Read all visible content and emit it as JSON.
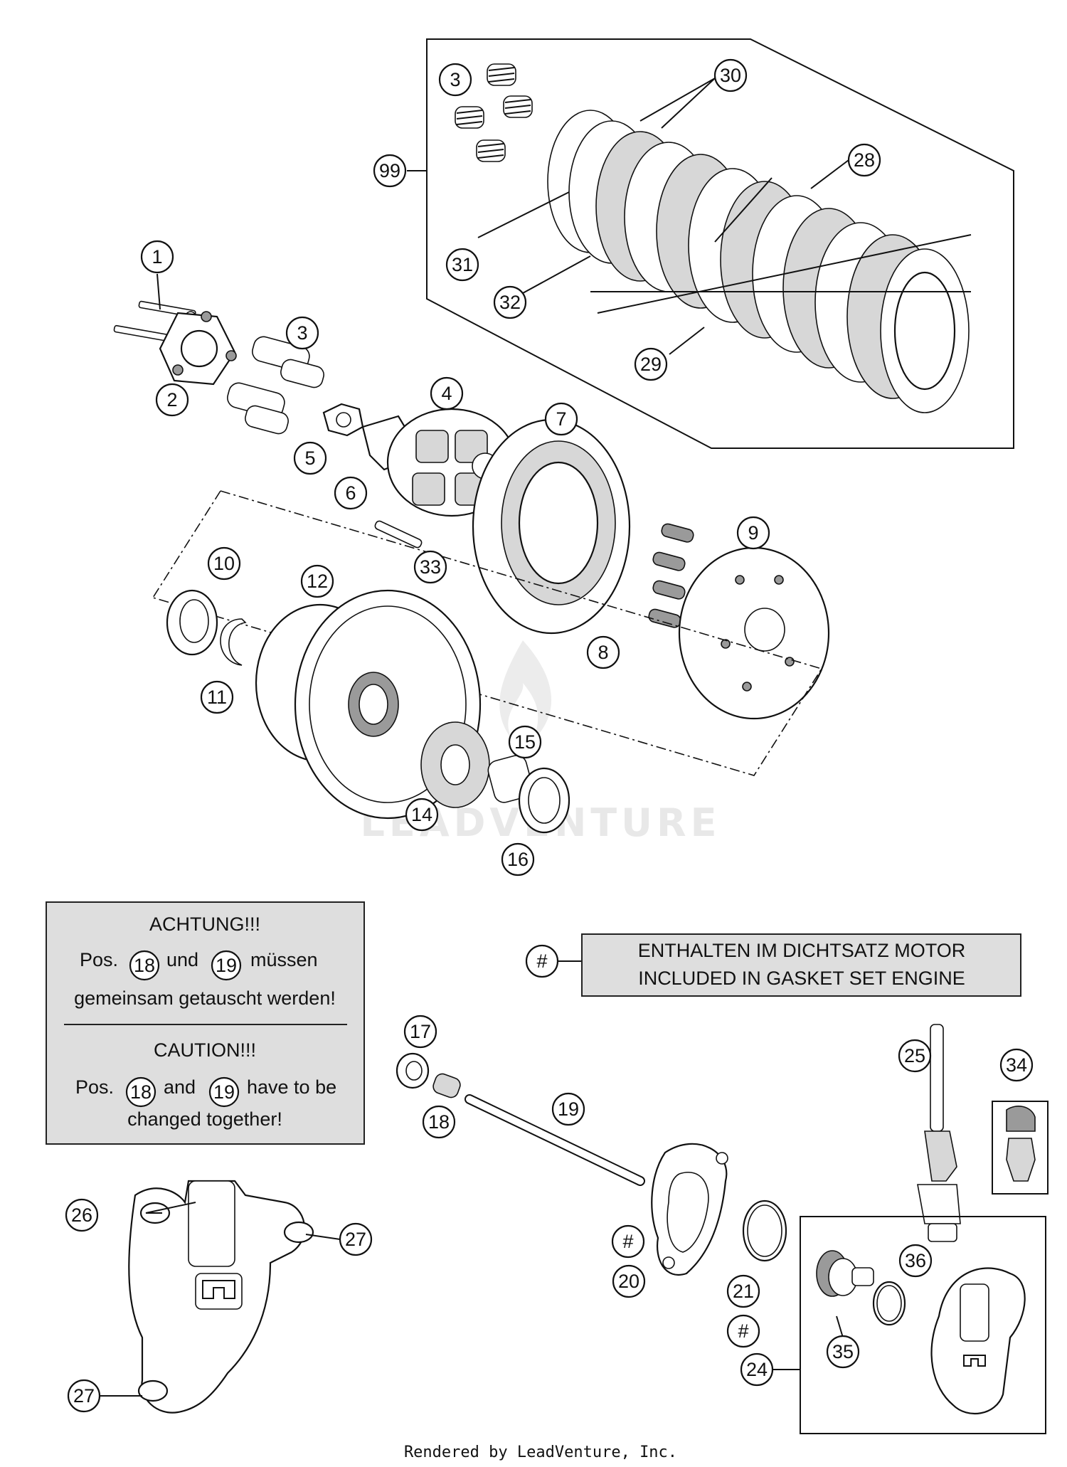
{
  "callouts": {
    "c1": "1",
    "c2": "2",
    "c3a": "3",
    "c3b": "3",
    "c4": "4",
    "c5": "5",
    "c6": "6",
    "c7": "7",
    "c8": "8",
    "c9": "9",
    "c10": "10",
    "c11": "11",
    "c12": "12",
    "c14": "14",
    "c15": "15",
    "c16": "16",
    "c17": "17",
    "c18": "18",
    "c19": "19",
    "c20": "20",
    "c21": "21",
    "c24": "24",
    "c25": "25",
    "c26": "26",
    "c27a": "27",
    "c27b": "27",
    "c28": "28",
    "c29": "29",
    "c30": "30",
    "c31": "31",
    "c32": "32",
    "c33": "33",
    "c34": "34",
    "c35": "35",
    "c36": "36",
    "c99": "99",
    "h1": "#",
    "h20": "#",
    "h21": "#"
  },
  "warning": {
    "de_title": "ACHTUNG!!!",
    "de_pos": "Pos.",
    "de_n18": "18",
    "de_und": "und",
    "de_n19": "19",
    "de_muessen": "müssen",
    "de_line2": "gemeinsam getauscht werden!",
    "en_title": "CAUTION!!!",
    "en_pos": "Pos.",
    "en_n18": "18",
    "en_and": "and",
    "en_n19": "19",
    "en_have": "have to be",
    "en_line2": "changed together!"
  },
  "gasket_note": {
    "symbol": "#",
    "line1": "ENTHALTEN IM DICHTSATZ MOTOR",
    "line2": "INCLUDED IN GASKET SET ENGINE"
  },
  "watermark": "LEADVENTURE",
  "footer": "Rendered by LeadVenture, Inc."
}
